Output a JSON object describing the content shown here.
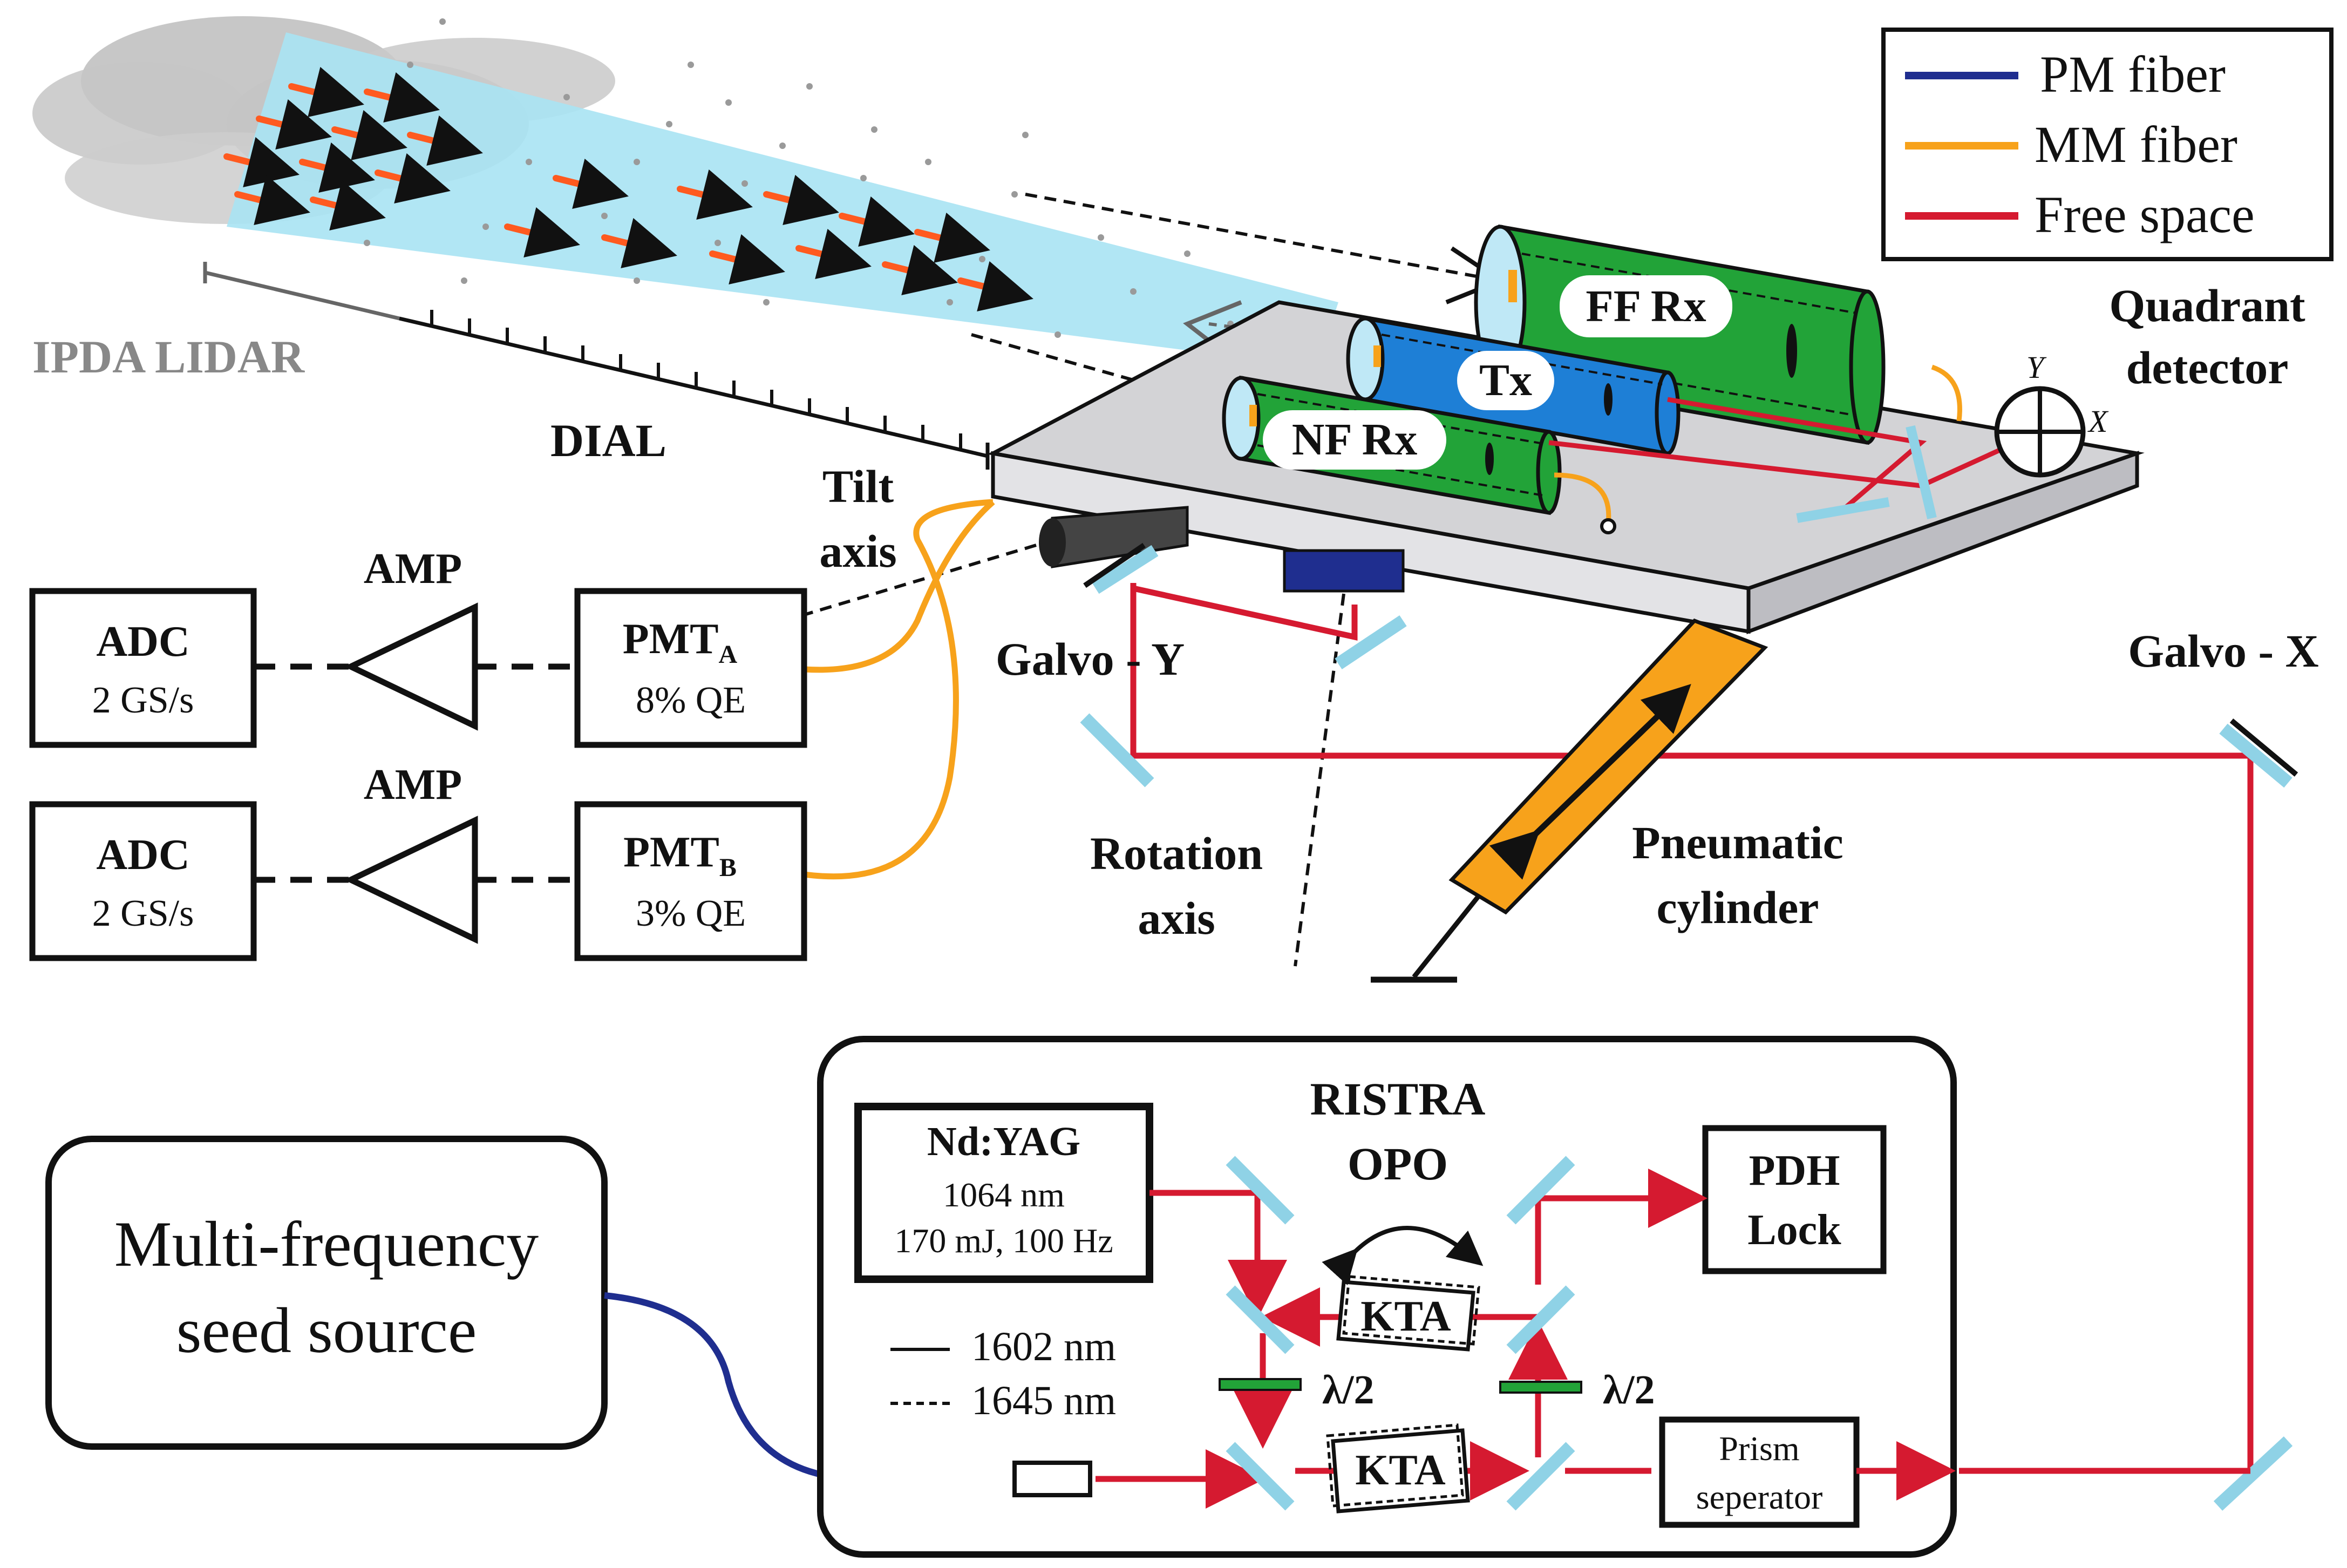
{
  "legend": {
    "pm_fiber": "PM fiber",
    "mm_fiber": "MM fiber",
    "free_space": "Free space"
  },
  "labels": {
    "ipda_lidar": "IPDA LIDAR",
    "dial": "DIAL",
    "tilt_axis_1": "Tilt",
    "tilt_axis_2": "axis",
    "ff_rx": "FF Rx",
    "tx": "Tx",
    "nf_rx": "NF Rx",
    "quadrant_1": "Quadrant",
    "quadrant_2": "detector",
    "qd_y": "Y",
    "qd_x": "X",
    "galvo_y": "Galvo - Y",
    "galvo_x": "Galvo - X",
    "rotation_1": "Rotation",
    "rotation_2": "axis",
    "pneumatic_1": "Pneumatic",
    "pneumatic_2": "cylinder",
    "amp_a": "AMP",
    "amp_b": "AMP"
  },
  "boxes": {
    "adc_a_title": "ADC",
    "adc_a_sub": "2 GS/s",
    "adc_b_title": "ADC",
    "adc_b_sub": "2 GS/s",
    "pmt_a_title": "PMT",
    "pmt_a_sub_idx": "A",
    "pmt_a_qe": "8% QE",
    "pmt_b_title": "PMT",
    "pmt_b_sub_idx": "B",
    "pmt_b_qe": "3% QE",
    "seed_1": "Multi-frequency",
    "seed_2": "seed source",
    "ndyag_title": "Nd:YAG",
    "ndyag_line1": "1064 nm",
    "ndyag_line2": "170 mJ, 100 Hz",
    "pdh_1": "PDH",
    "pdh_2": "Lock",
    "prism_1": "Prism",
    "prism_2": "seperator"
  },
  "opo": {
    "title_1": "RISTRA",
    "title_2": "OPO",
    "kta_1": "KTA",
    "kta_2": "KTA",
    "half_wave_left": "λ/2",
    "half_wave_right": "λ/2",
    "wl_solid": "1602 nm",
    "wl_dashed": "1645 nm"
  },
  "colors": {
    "pm_fiber": "#1f2e8f",
    "mm_fiber": "#f7a21b",
    "free_space": "#d51a30",
    "beam_fill": "#a9e3f3",
    "rx_green": "#22a338",
    "tx_blue": "#1e7fd6",
    "platform": "#d3d3d6",
    "cloud": "#bdbdbd",
    "arrows_orange": "#ff5a1f",
    "mirror": "#8fd2e6",
    "half_wave": "#22a338",
    "pneumatic": "#f7a21b"
  }
}
